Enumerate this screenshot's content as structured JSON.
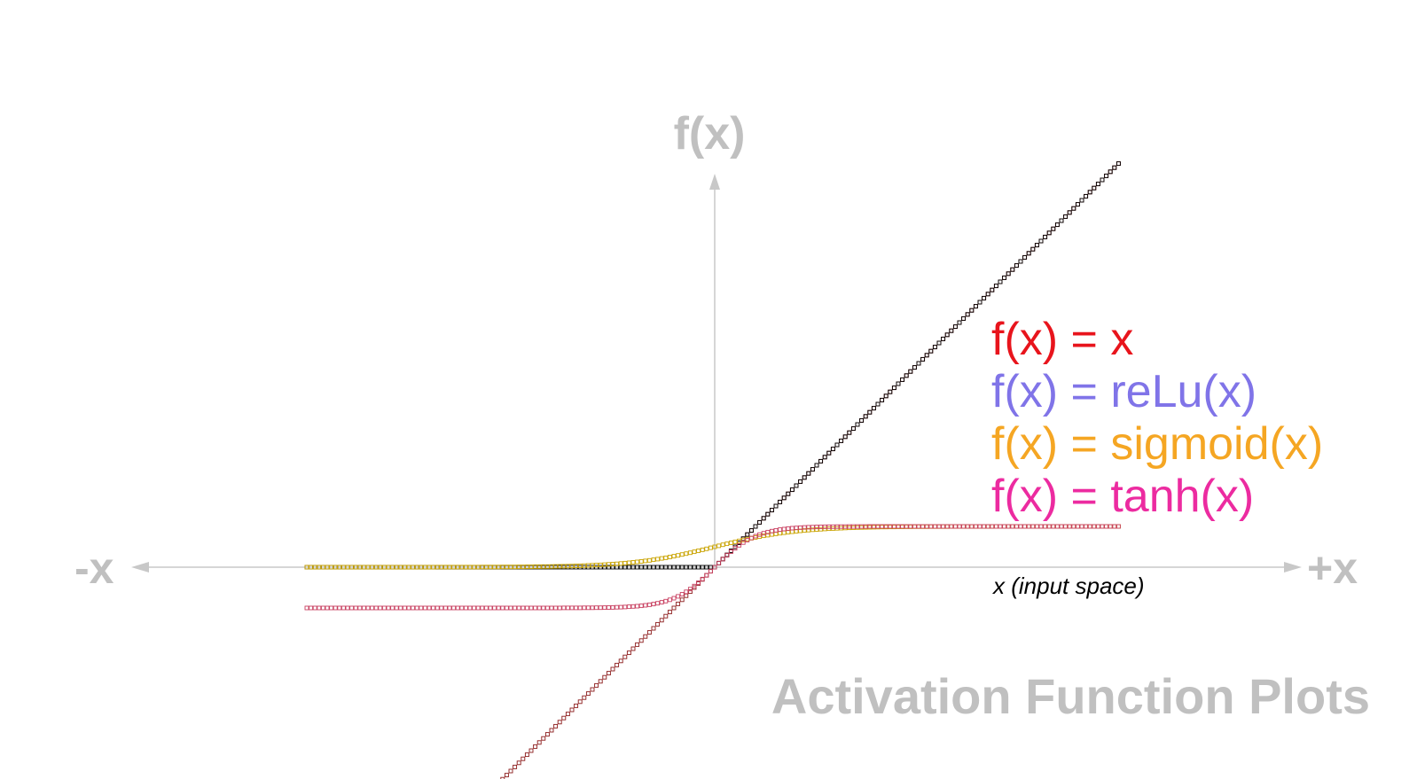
{
  "chart_data": {
    "type": "line",
    "title": "Activation Function Plots",
    "xlabel": "x (input space)",
    "ylabel": "f(x)",
    "x_neg_label": "-x",
    "x_pos_label": "+x",
    "xlim": [
      -10,
      10
    ],
    "ylim": [
      -5.2,
      9.8
    ],
    "grid": false,
    "legend_position": "right",
    "legend": [
      {
        "label": "f(x) = x",
        "color": "#e8141c"
      },
      {
        "label": "f(x) = reLu(x)",
        "color": "#8074e8"
      },
      {
        "label": "f(x) = sigmoid(x)",
        "color": "#f5a623"
      },
      {
        "label": "f(x) = tanh(x)",
        "color": "#ec2ba0"
      }
    ],
    "series": [
      {
        "function": "identity",
        "x_range": [
          -5.2,
          9.9
        ],
        "color": "#8b1a1a"
      },
      {
        "function": "relu",
        "x_range": [
          -10,
          9.9
        ],
        "color": "#000000"
      },
      {
        "function": "sigmoid",
        "x_range": [
          -10,
          9.9
        ],
        "color": "#c9a300"
      },
      {
        "function": "tanh",
        "x_range": [
          -10,
          9.9
        ],
        "color": "#c84060"
      }
    ]
  }
}
